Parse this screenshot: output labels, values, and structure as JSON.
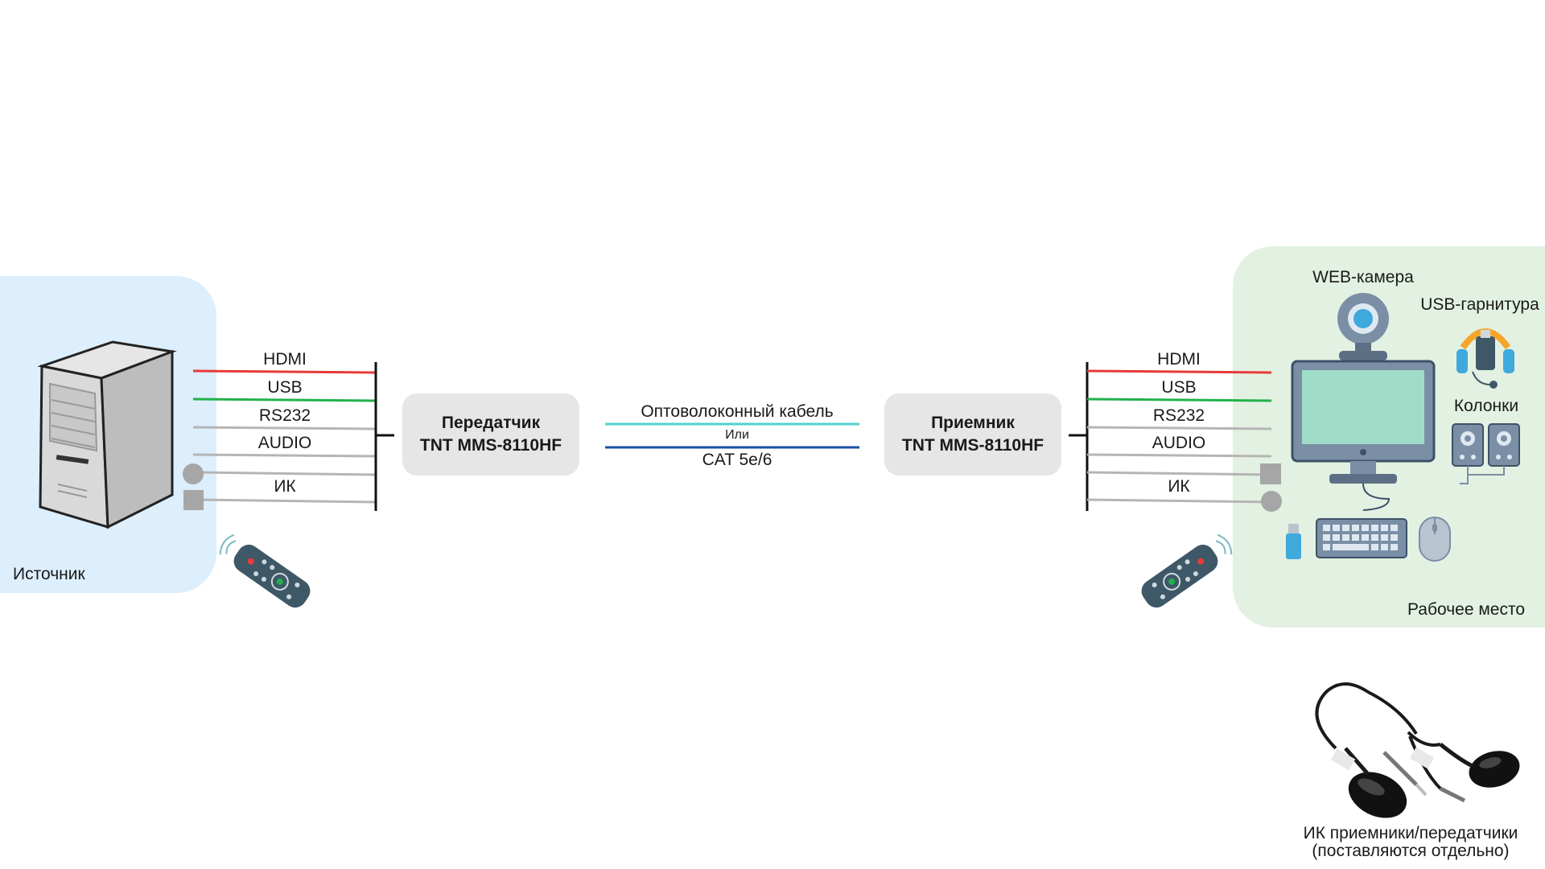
{
  "source": {
    "label": "Источник"
  },
  "transmitter": {
    "line1": "Передатчик",
    "line2": "TNT MMS-8110HF"
  },
  "receiver": {
    "line1": "Приемник",
    "line2": "TNT MMS-8110HF"
  },
  "signals": [
    "HDMI",
    "USB",
    "RS232",
    "AUDIO",
    "ИК"
  ],
  "cable": {
    "fiber": "Оптоволоконный кабель",
    "or": "Или",
    "copper": "CAT 5e/6"
  },
  "workplace": {
    "label": "Рабочее место",
    "webcam": "WEB-камера",
    "headset": "USB-гарнитура",
    "speakers": "Колонки"
  },
  "ir_note": {
    "line1": "ИК приемники/передатчики",
    "line2": "(поставляются отдельно)"
  },
  "colors": {
    "hdmi": "#e83a3a",
    "usb": "#22b14c",
    "gray": "#b5b5b5",
    "fiber": "#4fd0d0",
    "copper": "#1b4ea3",
    "source_bg": "#ddeefc",
    "work_bg": "#e2f1e2"
  },
  "icons": [
    "server-icon",
    "remote-icon",
    "webcam-icon",
    "monitor-icon",
    "headset-icon",
    "speakers-icon",
    "keyboard-icon",
    "mouse-icon",
    "usb-stick-icon",
    "ir-sensor-icon"
  ]
}
